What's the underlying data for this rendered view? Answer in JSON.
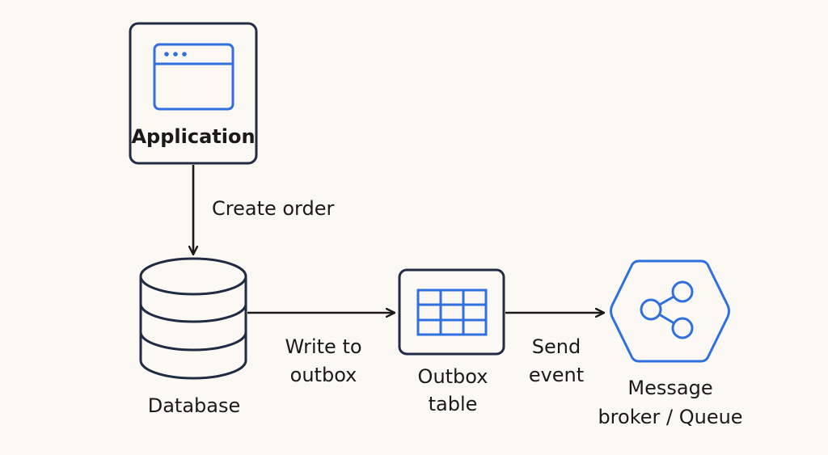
{
  "colors": {
    "background": "#fcf9f4",
    "outline": "#1f2c44",
    "accent": "#2f6fe0",
    "arrow": "#1a1a1a",
    "text": "#1a1a1a"
  },
  "nodes": {
    "application": {
      "label": "Application",
      "icon": "browser-window-icon"
    },
    "database": {
      "label": "Database",
      "icon": "database-cylinder-icon"
    },
    "outbox": {
      "label_line1": "Outbox",
      "label_line2": "table",
      "icon": "table-grid-icon"
    },
    "broker": {
      "label_line1": "Message",
      "label_line2": "broker / Queue",
      "icon": "share-nodes-icon"
    }
  },
  "edges": {
    "create_order": {
      "label": "Create order"
    },
    "write_outbox": {
      "label_line1": "Write to",
      "label_line2": "outbox"
    },
    "send_event": {
      "label_line1": "Send",
      "label_line2": "event"
    }
  }
}
